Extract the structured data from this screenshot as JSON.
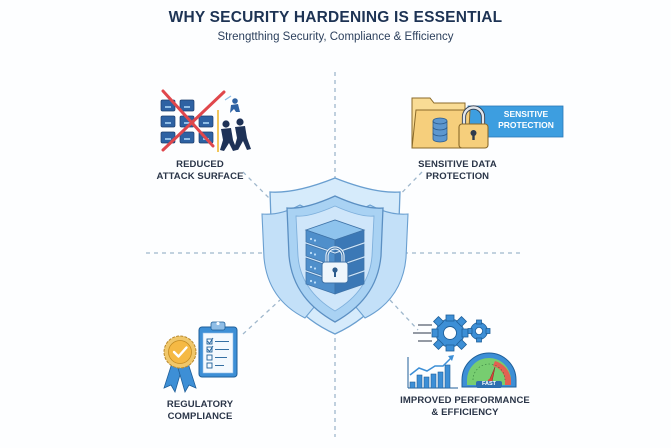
{
  "header": {
    "title": "WHY SECURITY HARDENING IS ESSENTIAL",
    "subtitle": "Strengtthing Security, Compliance & Efficiency"
  },
  "center": {
    "icon": "shield-server-lock-icon"
  },
  "benefits": [
    {
      "position": "top-left",
      "icon": "attack-surface-crossed-icon",
      "label_lines": [
        "REDUCED",
        "ATTACK SURFACE"
      ]
    },
    {
      "position": "top-right",
      "icon": "folder-database-lock-icon",
      "badge_lines": [
        "SENSITIVE",
        "PROTECTION"
      ],
      "label_lines": [
        "SENSITIVE DATA",
        "PROTECTION"
      ]
    },
    {
      "position": "bottom-left",
      "icon": "compliance-badge-clipboard-icon",
      "label_lines": [
        "REGULATORY",
        "COMPLIANCE"
      ]
    },
    {
      "position": "bottom-right",
      "icon": "gears-chart-speedometer-icon",
      "gauge_label": "FAST",
      "label_lines": [
        "IMPROVED PERFORMANCE",
        "& EFFICIENCY"
      ]
    }
  ],
  "colors": {
    "title": "#1d3354",
    "shield_light": "#d6ebfb",
    "shield_mid": "#a9d2f3",
    "shield_stroke": "#5b8fc2",
    "server": "#4f8fcb",
    "folder": "#f6cf7c",
    "badge_blue": "#3d9ee0",
    "cross_red": "#e0474c",
    "dashed_line": "#9fb7cc"
  }
}
